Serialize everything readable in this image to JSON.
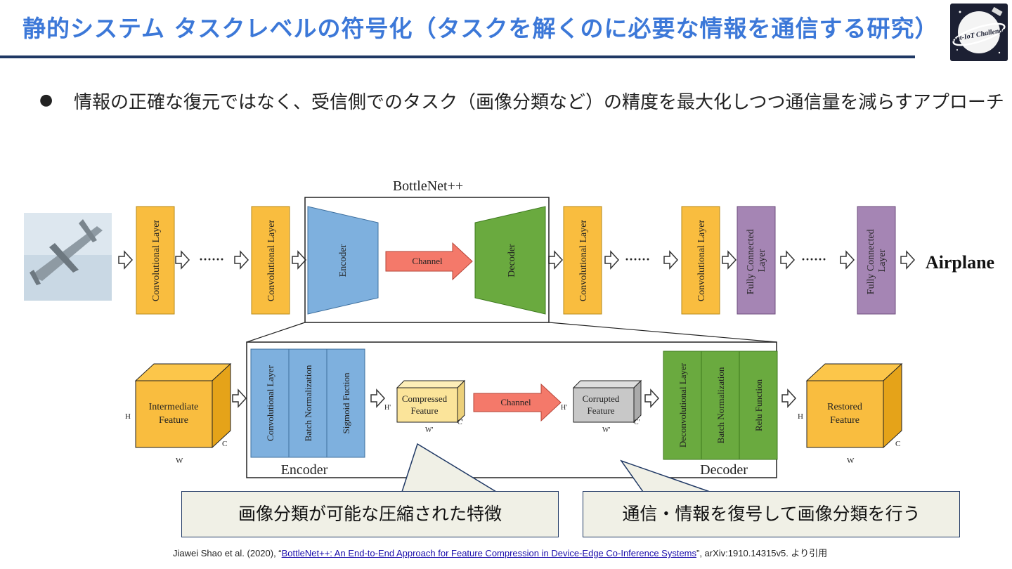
{
  "slide": {
    "title": "静的システム タスクレベルの符号化（タスクを解くのに必要な情報を通信する研究）",
    "bullet": "情報の正確な復元ではなく、受信側でのタスク（画像分類など）の精度を最大化しつつ通信量を減らすアプローチ",
    "logo_text": "Sat-IoT Challenge"
  },
  "diagram": {
    "top_box_title": "BottleNet++",
    "conv_layer": "Convolutional Layer",
    "fc_layer": "Fully Connected Layer",
    "encoder": "Encoder",
    "decoder": "Decoder",
    "channel": "Channel",
    "dots": "······",
    "output": "Airplane",
    "intermediate_feature": "Intermediate Feature",
    "restored_feature": "Restored Feature",
    "compressed_feature": "Compressed Feature",
    "corrupted_feature": "Corrupted Feature",
    "enc_layers": [
      "Convolutional Layer",
      "Batch Normalization",
      "Sigmoid Fuction"
    ],
    "dec_layers": [
      "Deconvolutional Layer",
      "Batch Normalization",
      "Relu Function"
    ],
    "dim_h": "H",
    "dim_w": "W",
    "dim_c": "C",
    "dim_h2": "H'",
    "dim_w2": "W'",
    "dim_c2": "C'",
    "encoder_label": "Encoder",
    "decoder_label": "Decoder"
  },
  "captions": {
    "left": "画像分類が可能な圧縮された特徴",
    "right": "通信・情報を復号して画像分類を行う"
  },
  "footer": {
    "prefix": "Jiawei Shao et al. (2020), “",
    "link": "BottleNet++: An End-to-End Approach for Feature Compression in Device-Edge Co-Inference Systems",
    "suffix": "”, arXiv:1910.14315v5. より引用"
  },
  "colors": {
    "title": "#3c78d8",
    "rule": "#1f3864",
    "conv": "#f9bd3f",
    "fc": "#a585b4",
    "enc": "#7eb0de",
    "dec": "#6aaa3f",
    "channel": "#f4796a",
    "compressed": "#fbe49a",
    "corrupted": "#c8c8c8"
  }
}
